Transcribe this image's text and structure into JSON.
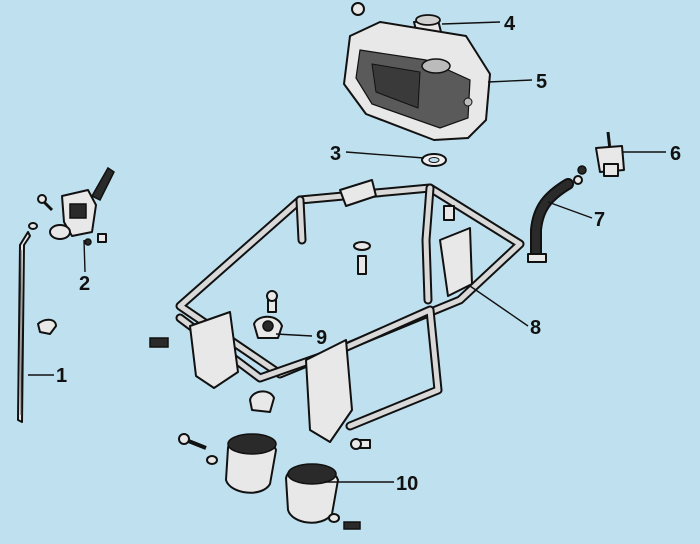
{
  "colors": {
    "background": "#bfe0ee",
    "ink": "#111111",
    "metal": "#e8e8e8",
    "dark": "#2a2a2a"
  },
  "callouts": [
    {
      "id": "1",
      "label": "1"
    },
    {
      "id": "2",
      "label": "2"
    },
    {
      "id": "3",
      "label": "3"
    },
    {
      "id": "4",
      "label": "4"
    },
    {
      "id": "5",
      "label": "5"
    },
    {
      "id": "6",
      "label": "6"
    },
    {
      "id": "7",
      "label": "7"
    },
    {
      "id": "8",
      "label": "8"
    },
    {
      "id": "9",
      "label": "9"
    },
    {
      "id": "10",
      "label": "10"
    }
  ]
}
